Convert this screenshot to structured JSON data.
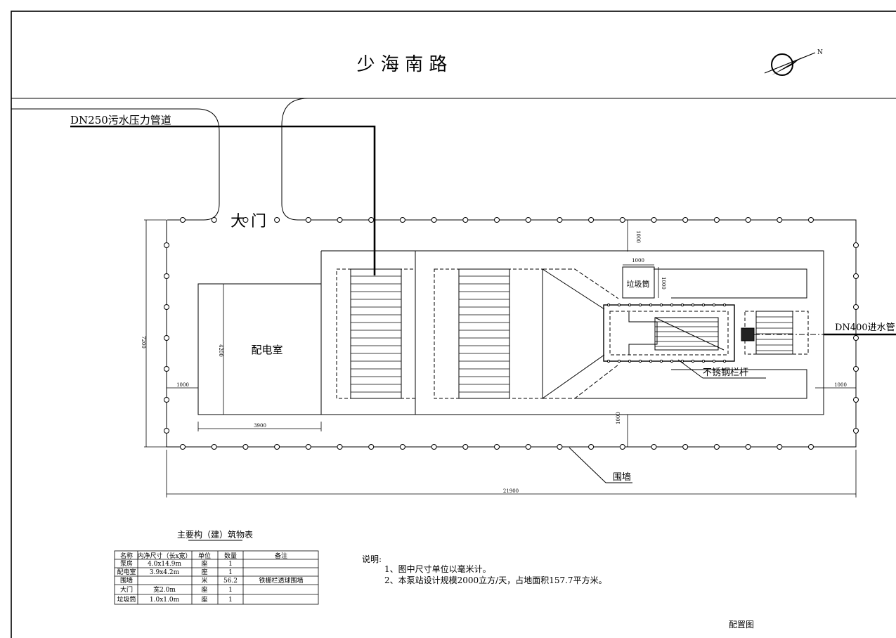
{
  "road_name": "少 海 南 路",
  "pipe_out_label": "DN250污水压力管道",
  "pipe_in_label": "DN400进水管",
  "gate_label": "大 门",
  "rooms": {
    "power_room": "配电室",
    "trash_bin": "垃圾筒",
    "railing": "不锈钢栏杆",
    "wall": "围墙"
  },
  "dimensions": {
    "d_top": "1000",
    "d_bin_w": "1000",
    "d_bin_h": "1000",
    "d_left": "1000",
    "d_right": "1000",
    "d_bottom": "1000",
    "d_height": "7200",
    "d_room_h": "4200",
    "d_room_w": "3900",
    "d_total": "21900"
  },
  "table": {
    "title": "主要构（建）筑物表",
    "headers": [
      "名称",
      "内净尺寸（长x宽）",
      "单位",
      "数量",
      "备注"
    ],
    "rows": [
      [
        "泵房",
        "4.0x14.9m",
        "座",
        "1",
        ""
      ],
      [
        "配电室",
        "3.9x4.2m",
        "座",
        "1",
        ""
      ],
      [
        "围墙",
        "",
        "米",
        "56.2",
        "铁栅栏透球围墙"
      ],
      [
        "大门",
        "宽2.0m",
        "座",
        "1",
        ""
      ],
      [
        "垃圾筒",
        "1.0x1.0m",
        "座",
        "1",
        ""
      ]
    ]
  },
  "notes": {
    "heading": "说明:",
    "items": [
      "1、图中尺寸单位以毫米计。",
      "2、本泵站设计规模2000立方/天，占地面积157.7平方米。"
    ]
  },
  "drawing_title": "配置图"
}
